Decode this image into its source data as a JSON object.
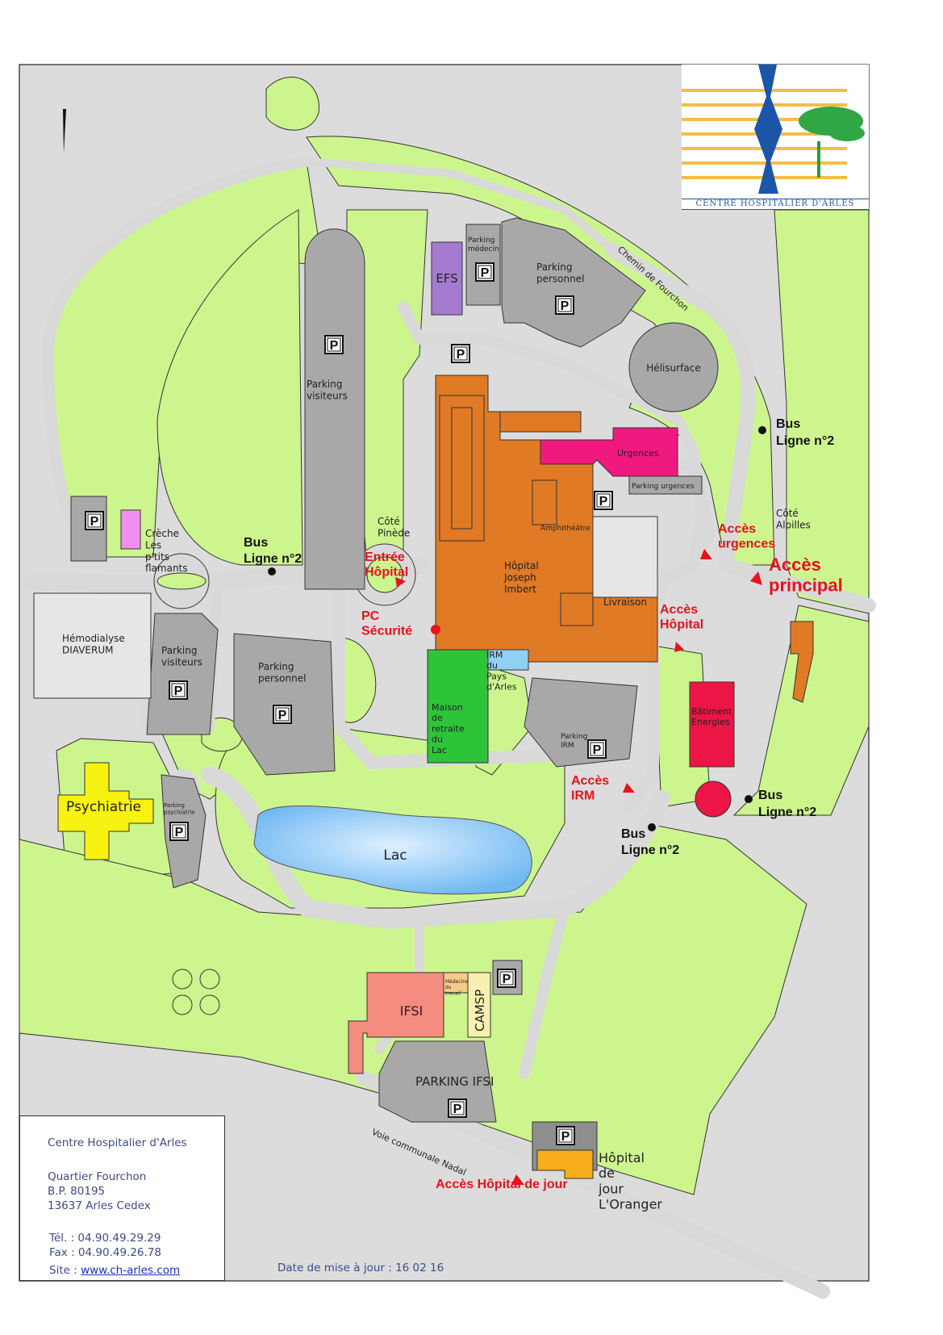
{
  "logo": {
    "text": "CENTRE HOSPITALIER D'ARLES"
  },
  "buildings": {
    "efs": "EFS",
    "parking_medecin": "Parking médecin",
    "parking_personnel_top": "Parking personnel",
    "helisurface": "Hélisurface",
    "parking_visiteurs_main": "Parking visiteurs",
    "urgences": "Urgences",
    "parking_urgences": "Parking urgences",
    "amphitheatre": "Amphithéâtre",
    "hopital": "Hôpital Joseph Imbert",
    "livraison": "Livraison",
    "irm_pays": "IRM du Pays d'Arles",
    "maison_retraite": "Maison de retraite du Lac",
    "parking_irm": "Parking IRM",
    "batiment_energies": "Bâtiment Energies",
    "creche": "Crèche Les p'tits flamants",
    "hemodialyse": "Hémodialyse DIAVERUM",
    "parking_visiteurs_left": "Parking visiteurs",
    "parking_personnel_mid": "Parking personnel",
    "psychiatrie": "Psychiatrie",
    "parking_psychiatrie": "Parking psychiatrie",
    "lac": "Lac",
    "ifsi": "IFSI",
    "medecine_travail": "Médecine du travail",
    "camsp": "CAMSP",
    "parking_ifsi": "PARKING IFSI",
    "hopital_jour": "Hôpital de jour L'Oranger",
    "cote_pinede": "Côté Pinède",
    "cote_alpilles": "Côté Alpilles"
  },
  "roads": {
    "chemin_fourchon": "Chemin de Fourchon",
    "voie_nadal": "Voie communale Nadal"
  },
  "access": {
    "entree_hopital": "Entrée Hôpital",
    "pc_securite": "PC Sécurité",
    "acces_urgences": "Accès urgences",
    "acces_principal": "Accès principal",
    "acces_hopital": "Accès Hôpital",
    "acces_irm": "Accès IRM",
    "acces_hopital_jour": "Accès Hôpital de jour"
  },
  "bus": {
    "stop_label_line1": "Bus",
    "stop_label_line2": "Ligne n°2"
  },
  "parking_symbol": "P",
  "info": {
    "name": "Centre Hospitalier d'Arles",
    "address1": "Quartier Fourchon",
    "address2": "B.P. 80195",
    "address3": "13637 Arles Cedex",
    "tel": "Tél. : 04.90.49.29.29",
    "fax": "Fax : 04.90.49.26.78",
    "site_prefix": "Site : ",
    "site_link": "www.ch-arles.com"
  },
  "update_date": "Date de mise à jour : 16 02 16",
  "colors": {
    "grass": "#cdf58e",
    "road": "#d8d8d8",
    "parking": "#a8a8a8",
    "hospital": "#e07a25",
    "urgences": "#f0197f",
    "efs": "#a57bd0",
    "maison": "#2ec43a",
    "psychiatrie": "#f7f20f",
    "ifsi": "#f48c7f",
    "energies": "#ec1545",
    "lake": "#8fc8f6",
    "access_red": "#e8121b"
  }
}
